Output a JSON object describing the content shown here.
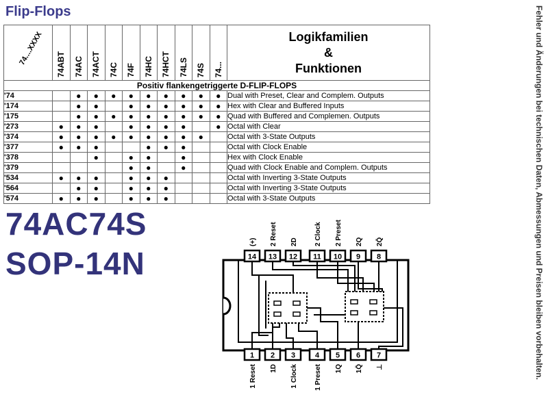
{
  "title": "Flip-Flops",
  "side_note": "Fehler und Änderungen bei technischen Daten, Abmessungen und Preisen bleiben vorbehalten.",
  "table": {
    "corner_label": "74....XXXX",
    "columns": [
      "74ABT",
      "74AC",
      "74ACT",
      "74C",
      "74F",
      "74HC",
      "74HCT",
      "74LS",
      "74S",
      "74..."
    ],
    "header_right": [
      "Logikfamilien",
      "&",
      "Funktionen"
    ],
    "section_title": "Positiv flankengetriggerte D-FLIP-FLOPS",
    "dot": "●",
    "rows": [
      {
        "code": "'74",
        "marks": [
          0,
          1,
          1,
          1,
          1,
          1,
          1,
          1,
          1,
          1
        ],
        "function": "Dual with Preset, Clear and Complem. Outputs"
      },
      {
        "code": "'174",
        "marks": [
          0,
          1,
          1,
          0,
          1,
          1,
          1,
          1,
          1,
          1
        ],
        "function": "Hex with Clear and Buffered Inputs"
      },
      {
        "code": "'175",
        "marks": [
          0,
          1,
          1,
          1,
          1,
          1,
          1,
          1,
          1,
          1
        ],
        "function": "Quad with Buffered and Complemen. Outputs"
      },
      {
        "code": "'273",
        "marks": [
          1,
          1,
          1,
          0,
          1,
          1,
          1,
          1,
          0,
          1
        ],
        "function": "Octal with Clear"
      },
      {
        "code": "'374",
        "marks": [
          1,
          1,
          1,
          1,
          1,
          1,
          1,
          1,
          1,
          0
        ],
        "function": "Octal with 3-State Outputs"
      },
      {
        "code": "'377",
        "marks": [
          1,
          1,
          1,
          0,
          0,
          1,
          1,
          1,
          0,
          0
        ],
        "function": "Octal with Clock Enable"
      },
      {
        "code": "'378",
        "marks": [
          0,
          0,
          1,
          0,
          1,
          1,
          0,
          1,
          0,
          0
        ],
        "function": "Hex with Clock Enable"
      },
      {
        "code": "'379",
        "marks": [
          0,
          0,
          0,
          0,
          1,
          1,
          0,
          1,
          0,
          0
        ],
        "function": "Quad with Clock Enable and Complem. Outputs"
      },
      {
        "code": "'534",
        "marks": [
          1,
          1,
          1,
          0,
          1,
          1,
          1,
          0,
          0,
          0
        ],
        "function": "Octal with Inverting 3-State Outputs"
      },
      {
        "code": "'564",
        "marks": [
          0,
          1,
          1,
          0,
          1,
          1,
          1,
          0,
          0,
          0
        ],
        "function": "Octal with Inverting 3-State Outputs"
      },
      {
        "code": "'574",
        "marks": [
          1,
          1,
          1,
          0,
          1,
          1,
          1,
          0,
          0,
          0
        ],
        "function": "Octal with 3-State Outputs"
      }
    ]
  },
  "part_number": "74AC74S",
  "package": "SOP-14N",
  "chip": {
    "top_pins": [
      {
        "num": "14",
        "label": "(+)"
      },
      {
        "num": "13",
        "label": "2 Reset"
      },
      {
        "num": "12",
        "label": "2D"
      },
      {
        "num": "11",
        "label": "2 Clock"
      },
      {
        "num": "10",
        "label": "2 Preset"
      },
      {
        "num": "9",
        "label": "2Q"
      },
      {
        "num": "8",
        "label": "2Q̄"
      }
    ],
    "bottom_pins": [
      {
        "num": "1",
        "label": "1 Reset"
      },
      {
        "num": "2",
        "label": "1D"
      },
      {
        "num": "3",
        "label": "1 Clock"
      },
      {
        "num": "4",
        "label": "1 Preset"
      },
      {
        "num": "5",
        "label": "1Q"
      },
      {
        "num": "6",
        "label": "1Q̄"
      },
      {
        "num": "7",
        "label": "⊥"
      }
    ]
  }
}
